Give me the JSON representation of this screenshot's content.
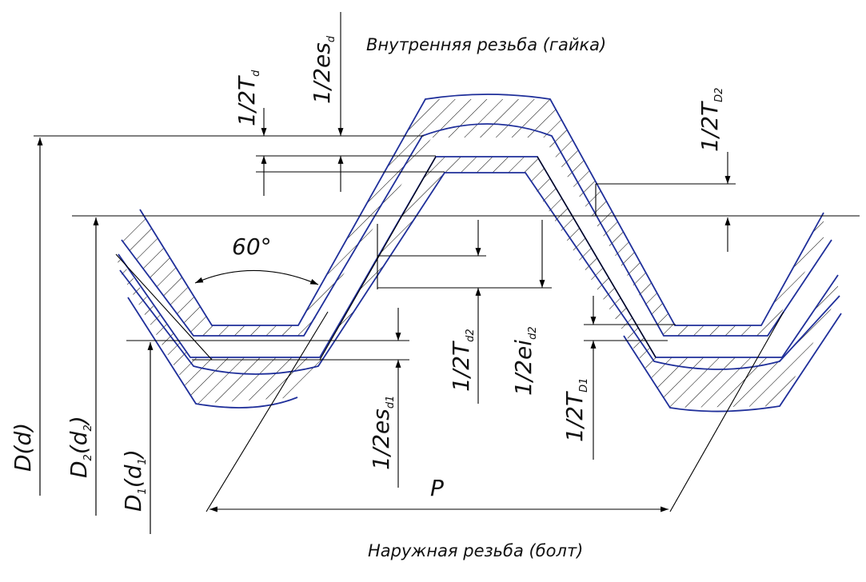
{
  "title_top": "Внутренняя резьба (гайка)",
  "title_bottom": "Наружная резьба (болт)",
  "angle": "60°",
  "pitch": "P",
  "labels": {
    "half": "1/2",
    "Td_main": "T",
    "Td_sub": "d",
    "esd_main": "es",
    "esd_sub": "d",
    "TD2_main": "T",
    "TD2_sub": "D2",
    "Td2_main": "T",
    "Td2_sub": "d2",
    "eid2_main": "ei",
    "eid2_sub": "d2",
    "esd1_main": "es",
    "esd1_sub": "d1",
    "TD1_main": "T",
    "TD1_sub": "D1",
    "Dd_main": "D(d)",
    "D2_main": "D",
    "D2_sub": "2",
    "D2_par": "(d",
    "D2_par_sub": "2",
    "D2_close": ")",
    "D1_main": "D",
    "D1_sub": "1",
    "D1_par": "(d",
    "D1_par_sub": "1",
    "D1_close": ")"
  },
  "colors": {
    "profile": "#1f2f9a",
    "lines": "#000000"
  }
}
